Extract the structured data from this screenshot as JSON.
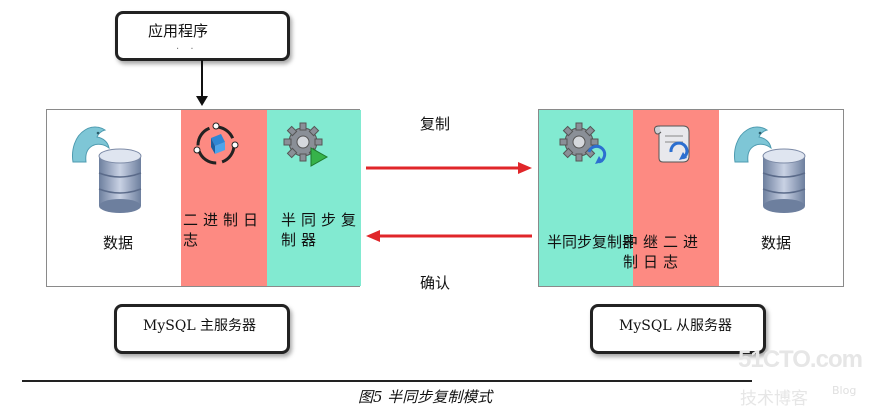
{
  "app_box": {
    "label": "应用程序"
  },
  "master": {
    "data_label": "数据",
    "binlog_label": "二进制日志",
    "semisync_label": "半同步复制器",
    "name": "MySQL 主服务器"
  },
  "slave": {
    "semisync_label": "半同步复制器",
    "relaylog_label": "中继二进制日志",
    "data_label": "数据",
    "name": "MySQL 从服务器"
  },
  "arrows": {
    "replicate_label": "复制",
    "ack_label": "确认"
  },
  "caption": "图5 半同步复制模式",
  "watermark": {
    "site": "51CTO.com",
    "tagline": "技术博客",
    "blog": "Blog"
  },
  "colors": {
    "binlog": "#fd8a82",
    "semisync": "#82ead1",
    "arrow": "#e0262a"
  },
  "icons": [
    "database-icon",
    "mysql-dolphin-icon",
    "binlog-cycle-icon",
    "gear-play-icon",
    "gear-sync-icon",
    "scroll-sync-icon"
  ]
}
